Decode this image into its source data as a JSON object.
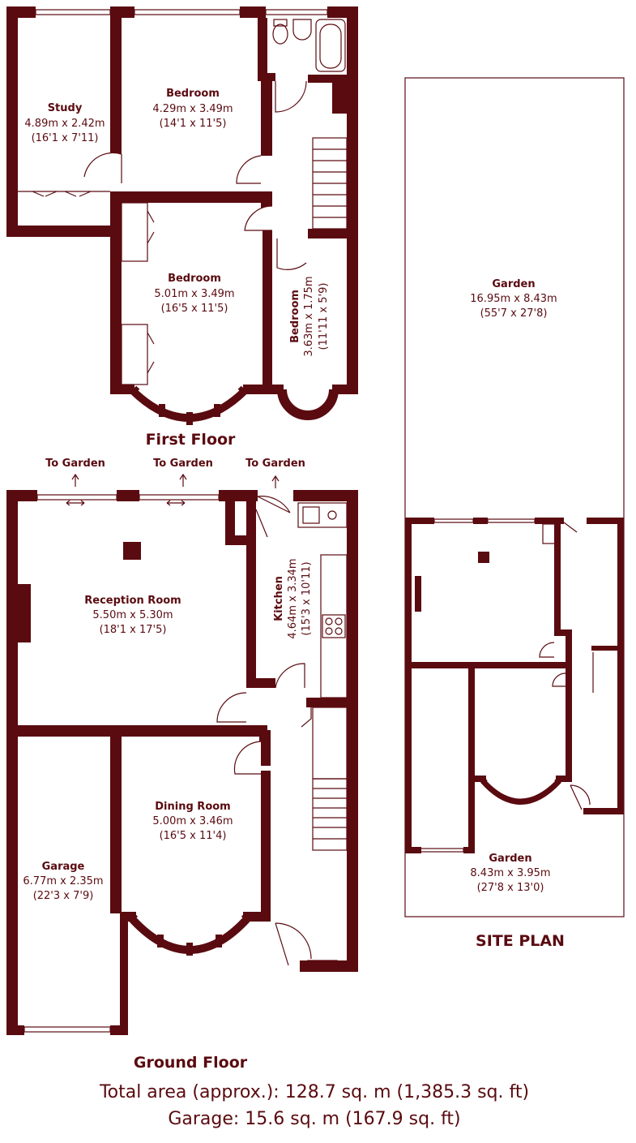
{
  "first_floor": {
    "heading": "First Floor",
    "rooms": {
      "study": {
        "name": "Study",
        "metric": "4.89m x 2.42m",
        "imperial": "(16'1 x 7'11)"
      },
      "bedroom_top": {
        "name": "Bedroom",
        "metric": "4.29m x 3.49m",
        "imperial": "(14'1 x 11'5)"
      },
      "bedroom_mid": {
        "name": "Bedroom",
        "metric": "5.01m x 3.49m",
        "imperial": "(16'5 x 11'5)"
      },
      "bedroom_small": {
        "name": "Bedroom",
        "metric": "3.63m x 1.75m",
        "imperial": "(11'11 x 5'9)"
      }
    }
  },
  "ground_floor": {
    "heading": "Ground Floor",
    "to_garden": [
      "To Garden",
      "To Garden",
      "To Garden"
    ],
    "rooms": {
      "reception": {
        "name": "Reception Room",
        "metric": "5.50m x 5.30m",
        "imperial": "(18'1 x 17'5)"
      },
      "kitchen": {
        "name": "Kitchen",
        "metric": "4.64m x 3.34m",
        "imperial": "(15'3 x 10'11)"
      },
      "dining": {
        "name": "Dining Room",
        "metric": "5.00m x 3.46m",
        "imperial": "(16'5 x 11'4)"
      },
      "garage": {
        "name": "Garage",
        "metric": "6.77m x 2.35m",
        "imperial": "(22'3 x 7'9)"
      }
    }
  },
  "site_plan": {
    "heading": "SITE PLAN",
    "rear_garden": {
      "name": "Garden",
      "metric": "16.95m x 8.43m",
      "imperial": "(55'7 x 27'8)"
    },
    "front_garden": {
      "name": "Garden",
      "metric": "8.43m x 3.95m",
      "imperial": "(27'8 x 13'0)"
    }
  },
  "totals": {
    "total_area": "Total area (approx.): 128.7 sq. m (1,385.3 sq. ft)",
    "garage_area": "Garage: 15.6 sq. m (167.9 sq. ft)"
  },
  "colors": {
    "wall": "#5a0b10",
    "background": "#ffffff"
  }
}
